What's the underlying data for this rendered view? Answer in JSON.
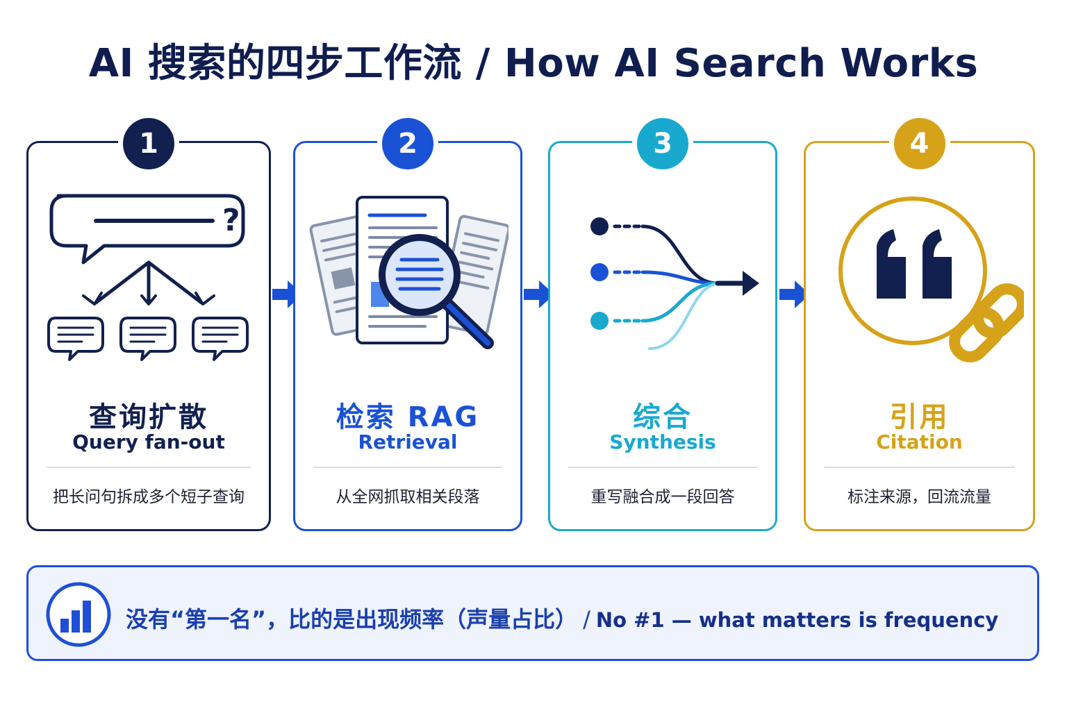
{
  "title": "AI 搜索的四步工作流 / How AI Search Works",
  "colors": {
    "navy": "#12204f",
    "blue": "#1a52d6",
    "cyan": "#19a9cf",
    "gold": "#d6a21a",
    "banner_border": "#1f4fd8",
    "banner_bg": "#eef3fd"
  },
  "steps": [
    {
      "number": "1",
      "title_cn": "查询扩散",
      "title_en": "Query fan-out",
      "desc": "把长问句拆成多个短子查询",
      "icon": "chat-bubbles-fan-out-icon"
    },
    {
      "number": "2",
      "title_cn": "检索 RAG",
      "title_en": "Retrieval",
      "desc": "从全网抓取相关段落",
      "icon": "document-magnifier-icon"
    },
    {
      "number": "3",
      "title_cn": "综合",
      "title_en": "Synthesis",
      "desc": "重写融合成一段回答",
      "icon": "merge-streams-icon"
    },
    {
      "number": "4",
      "title_cn": "引用",
      "title_en": "Citation",
      "desc": "标注来源，回流流量",
      "icon": "quote-link-icon"
    }
  ],
  "banner": {
    "cn": "没有“第一名”，比的是出现频率（声量占比）",
    "separator": "/",
    "en": "No #1 — what matters is frequency",
    "icon": "bar-chart-icon"
  }
}
